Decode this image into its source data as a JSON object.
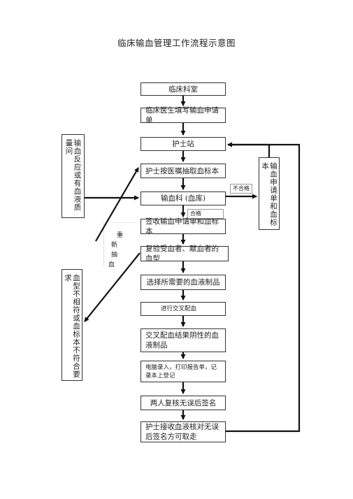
{
  "title": "临床输血管理工作流程示意图",
  "steps": [
    "临床科室",
    "临床医生填写输血申请单",
    "护士站",
    "护士按医嘱抽取血标本",
    "输血科 (血库)",
    "签收输血申请单和血标本",
    "复验受血者、献血者的血型",
    "选择所需要的血液制品",
    "进行交叉配血",
    "交叉配血结果阴性的血液制品",
    "电脑录入，打印报告单，记录本上登记",
    "两人复核无误后签名",
    "护士接收血液核对无误后签名方可取走"
  ],
  "side": {
    "left_top": "输血反应或有血液质量问",
    "left_bottom": "血型不相符或血标本不符合要求",
    "right": "输血申请单和血标本",
    "redraw": [
      "重",
      "新",
      "抽",
      "血"
    ]
  },
  "labels": {
    "fail": "不合格",
    "pass": "合格"
  }
}
